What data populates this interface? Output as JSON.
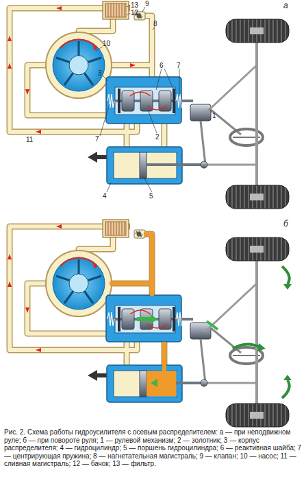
{
  "diagram": {
    "caption": "Рис. 2. Схема работы гидроусилителя с осевым распределителем: а — при неподвижном руле; б — при повороте руля; 1 — рулевой механизм; 2 — золотник; 3 — корпус распределителя; 4 — гидроцилиндр; 5 — поршень гидроцилиндра; 6 — реактивная шайба; 7 — центрирующая пружина; 8 — нагнетательная магистраль; 9 — клапан; 10 — насос; 11 — сливная магистраль; 12 — бачок; 13 — фильтр.",
    "labels": [
      "13",
      "12",
      "9",
      "8",
      "а",
      "10",
      "6",
      "7",
      "3",
      "2",
      "1",
      "7",
      "11",
      "4",
      "5",
      "б"
    ]
  }
}
